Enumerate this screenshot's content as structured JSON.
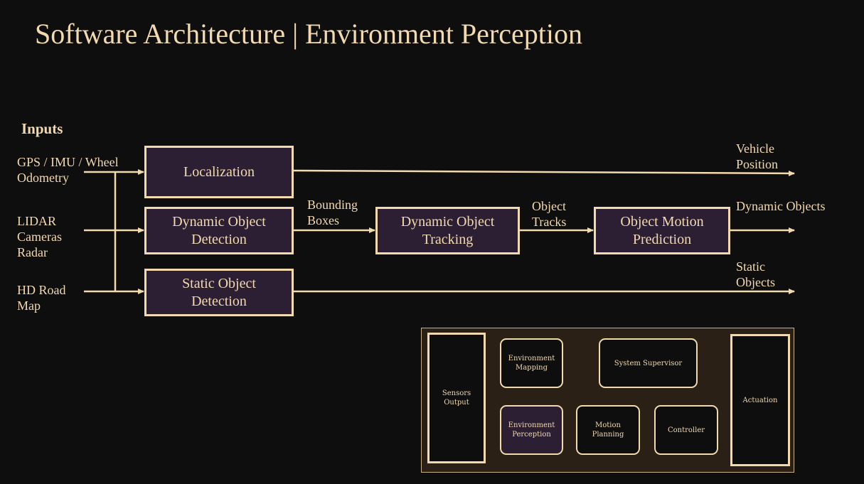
{
  "title": "Software Architecture | Environment Perception",
  "inputs": {
    "heading": "Inputs",
    "items": [
      "GPS / IMU / Wheel\nOdometry",
      "LIDAR\nCameras\nRadar",
      "HD Road\nMap"
    ]
  },
  "modules": {
    "localization": "Localization",
    "dynamic_detection": "Dynamic Object\nDetection",
    "static_detection": "Static Object\nDetection",
    "dynamic_tracking": "Dynamic Object\nTracking",
    "motion_prediction": "Object Motion\nPrediction"
  },
  "edge_labels": {
    "bounding_boxes": "Bounding\nBoxes",
    "object_tracks": "Object\nTracks"
  },
  "outputs": {
    "vehicle_position": "Vehicle\nPosition",
    "dynamic_objects": "Dynamic Objects",
    "static_objects": "Static\nObjects"
  },
  "overview": {
    "sensors_output": "Sensors\nOutput",
    "environment_mapping": "Environment\nMapping",
    "system_supervisor": "System Supervisor",
    "environment_perception": "Environment\nPerception",
    "motion_planning": "Motion\nPlanning",
    "controller": "Controller",
    "actuation": "Actuation"
  },
  "colors": {
    "background": "#0e0e0e",
    "accent": "#f3d9ae",
    "box_fill": "#2c1f33",
    "inset_fill": "#2a2016"
  }
}
